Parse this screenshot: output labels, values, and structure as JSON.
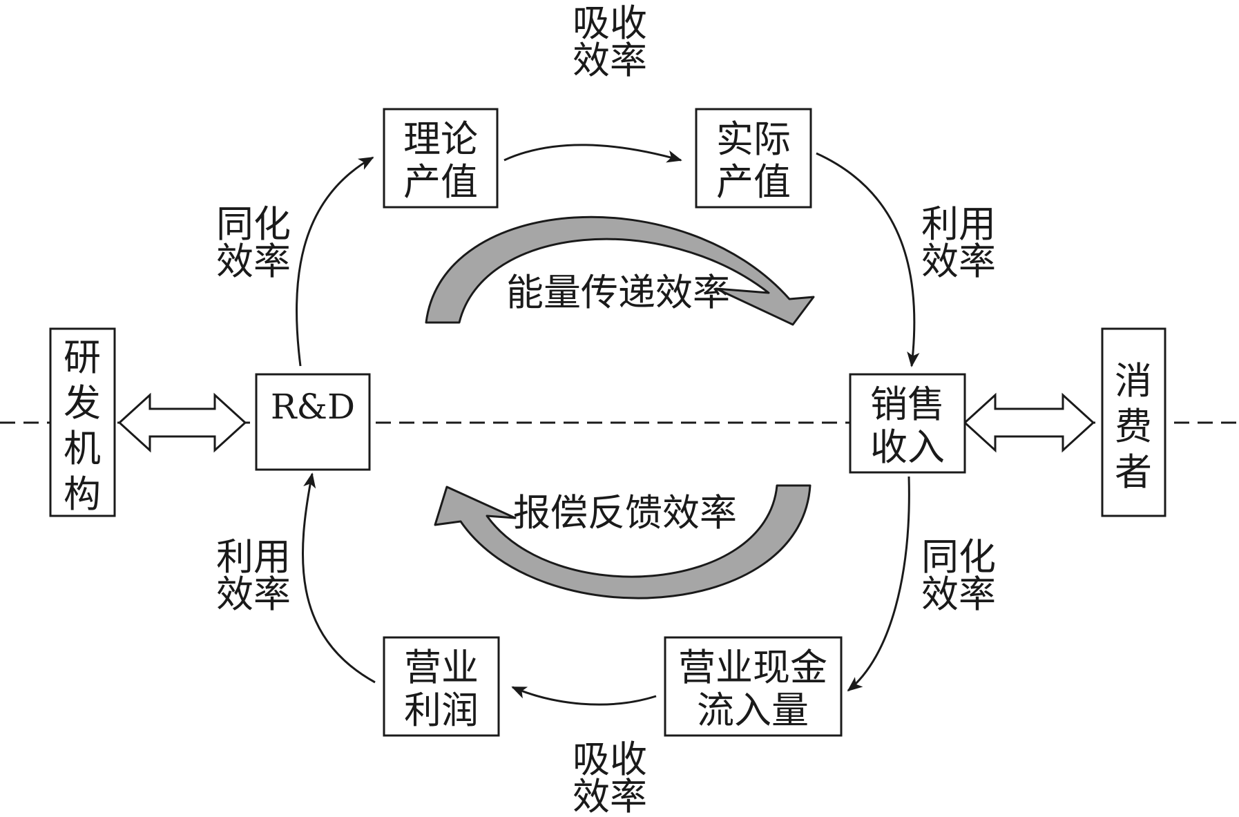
{
  "nodes": {
    "yanfa_jigou": "研发机构",
    "rd": "R&D",
    "lilun_chanzhi": [
      "理论",
      "产值"
    ],
    "shiji_chanzhi": [
      "实际",
      "产值"
    ],
    "xiaoshou_shouru": [
      "销售",
      "收入"
    ],
    "xiaofeizhe": "消费者",
    "yingye_xianjin": [
      "营业现金",
      "流入量"
    ],
    "yingye_lirun": [
      "营业",
      "利润"
    ]
  },
  "edge_labels": {
    "top_absorb": [
      "吸收",
      "效率"
    ],
    "left_top_assim": [
      "同化",
      "效率"
    ],
    "right_top_util": [
      "利用",
      "效率"
    ],
    "right_bottom_assim": [
      "同化",
      "效率"
    ],
    "left_bottom_util": [
      "利用",
      "效率"
    ],
    "bottom_absorb": [
      "吸收",
      "效率"
    ]
  },
  "center_labels": {
    "energy_transfer": "能量传递效率",
    "reward_feedback": "报偿反馈效率"
  },
  "colors": {
    "stroke": "#1a1a1a",
    "big_arrow_fill": "#a6a6a6",
    "background": "#ffffff"
  }
}
